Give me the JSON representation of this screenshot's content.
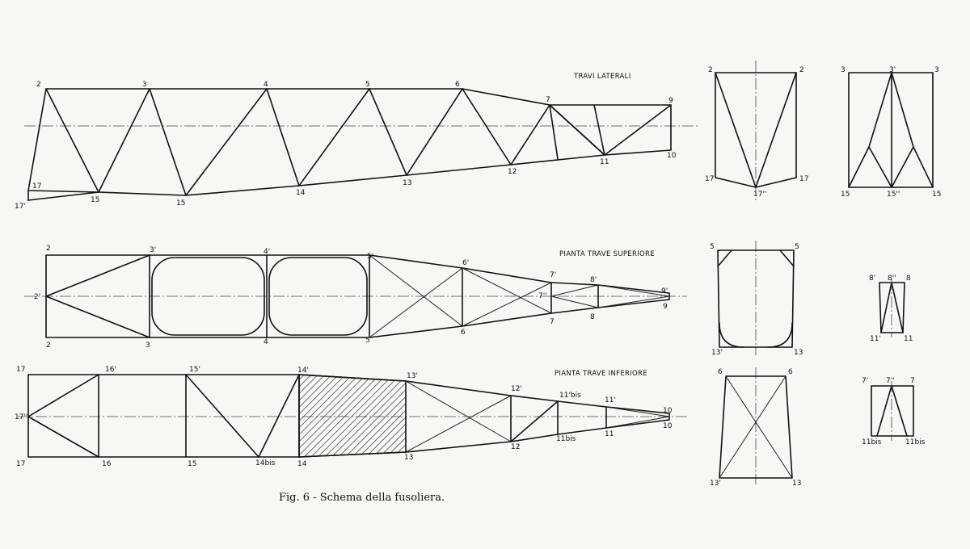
{
  "titles": {
    "lateral": "TRAVI LATERALI",
    "upper": "PIANTA TRAVE SUPERIORE",
    "lower": "PIANTA TRAVE INFERIORE"
  },
  "caption": "Fig. 6 - Schema della fusoliera.",
  "labels": {
    "lat": [
      "2",
      "3",
      "4",
      "5",
      "6",
      "7",
      "9",
      "10",
      "11",
      "12",
      "13",
      "14",
      "15",
      "15",
      "17",
      "17'"
    ],
    "up": [
      "2",
      "3'",
      "4'",
      "5'",
      "6'",
      "7'",
      "8'",
      "9'",
      "2'",
      "7''",
      "9",
      "8",
      "7",
      "6",
      "5",
      "4",
      "3",
      "2"
    ],
    "low": [
      "17",
      "16'",
      "15'",
      "14'",
      "13'",
      "12'",
      "11'bis",
      "11'",
      "10",
      "17''",
      "10",
      "17",
      "16",
      "15",
      "14bis",
      "14",
      "13",
      "12",
      "11bis",
      "11"
    ],
    "sec1": [
      "2",
      "2",
      "17'",
      "17''",
      "17"
    ],
    "sec2": [
      "3",
      "3'",
      "3",
      "15",
      "15''",
      "15"
    ],
    "sec3": [
      "5",
      "5",
      "13'",
      "13"
    ],
    "sec4": [
      "8'",
      "8''",
      "8",
      "11'",
      "11"
    ],
    "sec5": [
      "6",
      "6",
      "13'",
      "13"
    ],
    "sec6": [
      "7'",
      "7''",
      "7",
      "11bis",
      "11bis"
    ]
  }
}
